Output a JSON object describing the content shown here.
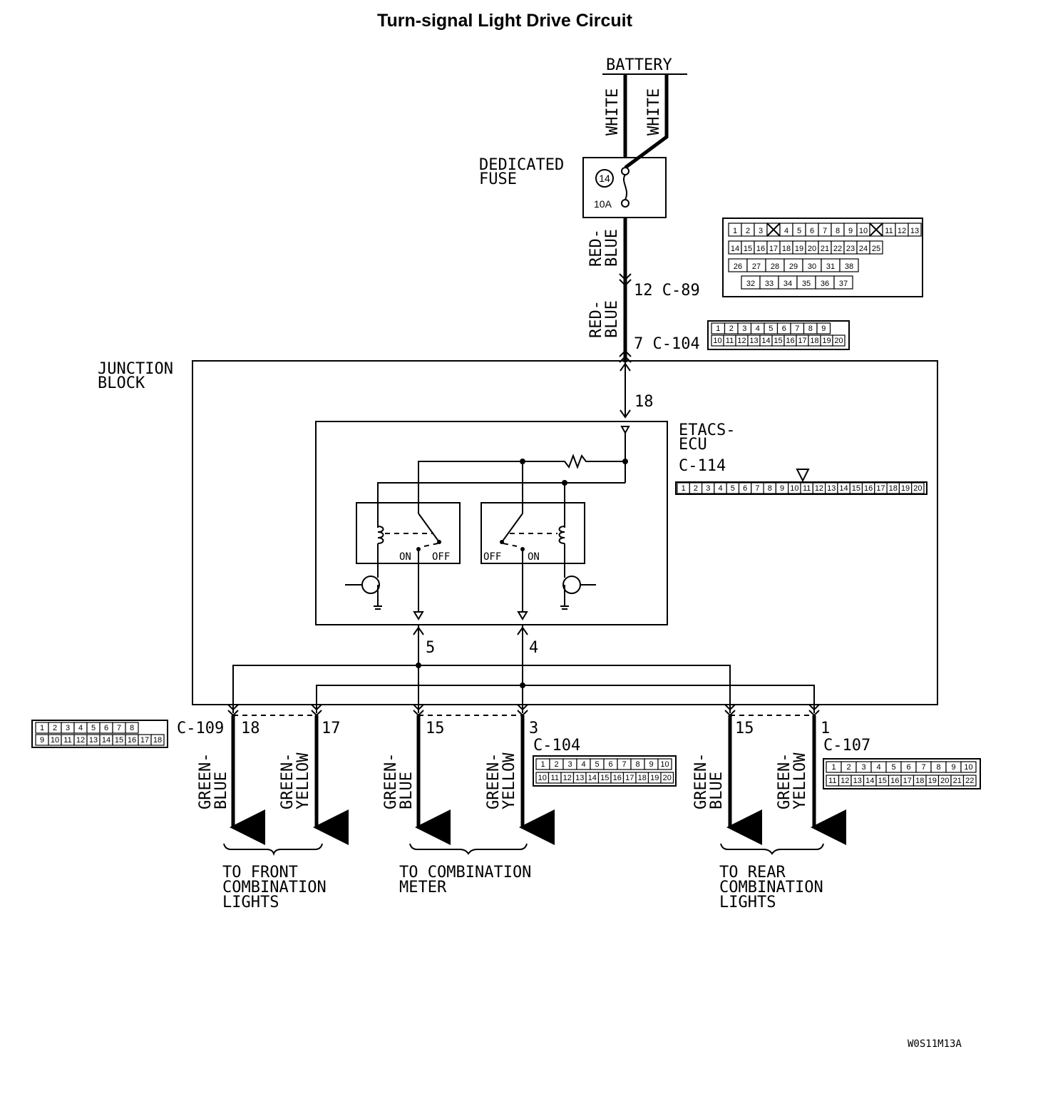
{
  "title": "Turn-signal Light Drive Circuit",
  "battery": "BATTERY",
  "wires": {
    "white_1": "WHITE",
    "white_2": "WHITE",
    "red_blue_1": [
      "RED-",
      "BLUE"
    ],
    "red_blue_2": [
      "RED-",
      "BLUE"
    ],
    "green_blue": [
      "GREEN-",
      "BLUE"
    ],
    "green_yellow": [
      "GREEN-",
      "YELLOW"
    ]
  },
  "fuse": {
    "label_1": "DEDICATED",
    "label_2": "FUSE",
    "number": "14",
    "rating": "10A"
  },
  "pins": {
    "c89": "12  C-89",
    "c104_top": "7  C-104",
    "jb_18": "18",
    "ecu_5": "5",
    "ecu_4": "4",
    "c109_18": "18",
    "c109_17": "17",
    "c104_15": "15",
    "c104_3": "3",
    "c107_15": "15",
    "c107_1": "1"
  },
  "junction_block": [
    "JUNCTION",
    "BLOCK"
  ],
  "ecu": {
    "name_1": "ETACS-",
    "name_2": "ECU",
    "connector": "C-114"
  },
  "relays": {
    "on": "ON",
    "off": "OFF"
  },
  "connectors": {
    "c109": "C-109",
    "c104": "C-104",
    "c107": "C-107"
  },
  "destinations": {
    "front": [
      "TO FRONT",
      "COMBINATION",
      "LIGHTS"
    ],
    "meter": [
      "TO COMBINATION",
      "METER"
    ],
    "rear": [
      "TO REAR",
      "COMBINATION",
      "LIGHTS"
    ]
  },
  "connector_faces": {
    "c89": [
      [
        "1",
        "2",
        "3",
        "X",
        "4",
        "5",
        "6",
        "7",
        "8",
        "9",
        "10",
        "X",
        "11",
        "12",
        "13"
      ],
      [
        "14",
        "15",
        "16",
        "17",
        "18",
        "19",
        "20",
        "21",
        "22",
        "23",
        "24",
        "25"
      ],
      [
        "26",
        "27",
        "28",
        "29",
        "30",
        "31",
        "38"
      ],
      [
        "32",
        "33",
        "34",
        "35",
        "36",
        "37"
      ]
    ],
    "c104": [
      [
        "1",
        "2",
        "3",
        "4",
        "5",
        "6",
        "7",
        "8",
        "9"
      ],
      [
        "10",
        "11",
        "12",
        "13",
        "14",
        "15",
        "16",
        "17",
        "18",
        "19",
        "20"
      ]
    ],
    "c114": [
      "1",
      "2",
      "3",
      "4",
      "5",
      "6",
      "7",
      "8",
      "9",
      "10",
      "11",
      "12",
      "13",
      "14",
      "15",
      "16",
      "17",
      "18",
      "19",
      "20"
    ],
    "c109": [
      [
        "1",
        "2",
        "3",
        "4",
        "5",
        "6",
        "7",
        "8"
      ],
      [
        "9",
        "10",
        "11",
        "12",
        "13",
        "14",
        "15",
        "16",
        "17",
        "18"
      ]
    ],
    "c104_b": [
      [
        "1",
        "2",
        "3",
        "4",
        "5",
        "6",
        "7",
        "8",
        "9",
        "10"
      ],
      [
        "10",
        "11",
        "12",
        "13",
        "14",
        "15",
        "16",
        "17",
        "18",
        "19",
        "20"
      ]
    ],
    "c107": [
      [
        "1",
        "2",
        "3",
        "4",
        "5",
        "6",
        "7",
        "8",
        "9",
        "10"
      ],
      [
        "11",
        "12",
        "13",
        "14",
        "15",
        "16",
        "17",
        "18",
        "19",
        "20",
        "21",
        "22"
      ]
    ]
  },
  "figure_code": "W0S11M13A"
}
